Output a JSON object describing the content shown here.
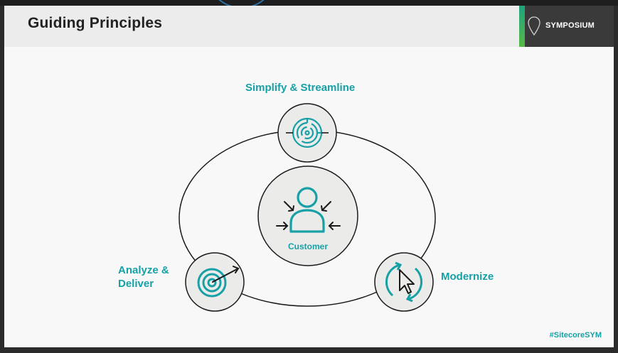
{
  "slide": {
    "title": "Guiding Principles",
    "hashtag": "#SitecoreSYM"
  },
  "brand": {
    "name": "SYMPOSIUM"
  },
  "diagram": {
    "center_label": "Customer",
    "top_label": "Simplify & Streamline",
    "left_label_line1": "Analyze &",
    "left_label_line2": "Deliver",
    "right_label": "Modernize"
  },
  "colors": {
    "accent": "#17a0a6",
    "node_fill": "#ebecea",
    "header_bg": "#ececec",
    "brand_bg": "#3a3a3a",
    "brand_stripe": "#3fb06a"
  },
  "icons": {
    "top": "maze-icon",
    "left": "target-icon",
    "right": "cursor-refresh-icon",
    "center": "user-focus-icon"
  }
}
